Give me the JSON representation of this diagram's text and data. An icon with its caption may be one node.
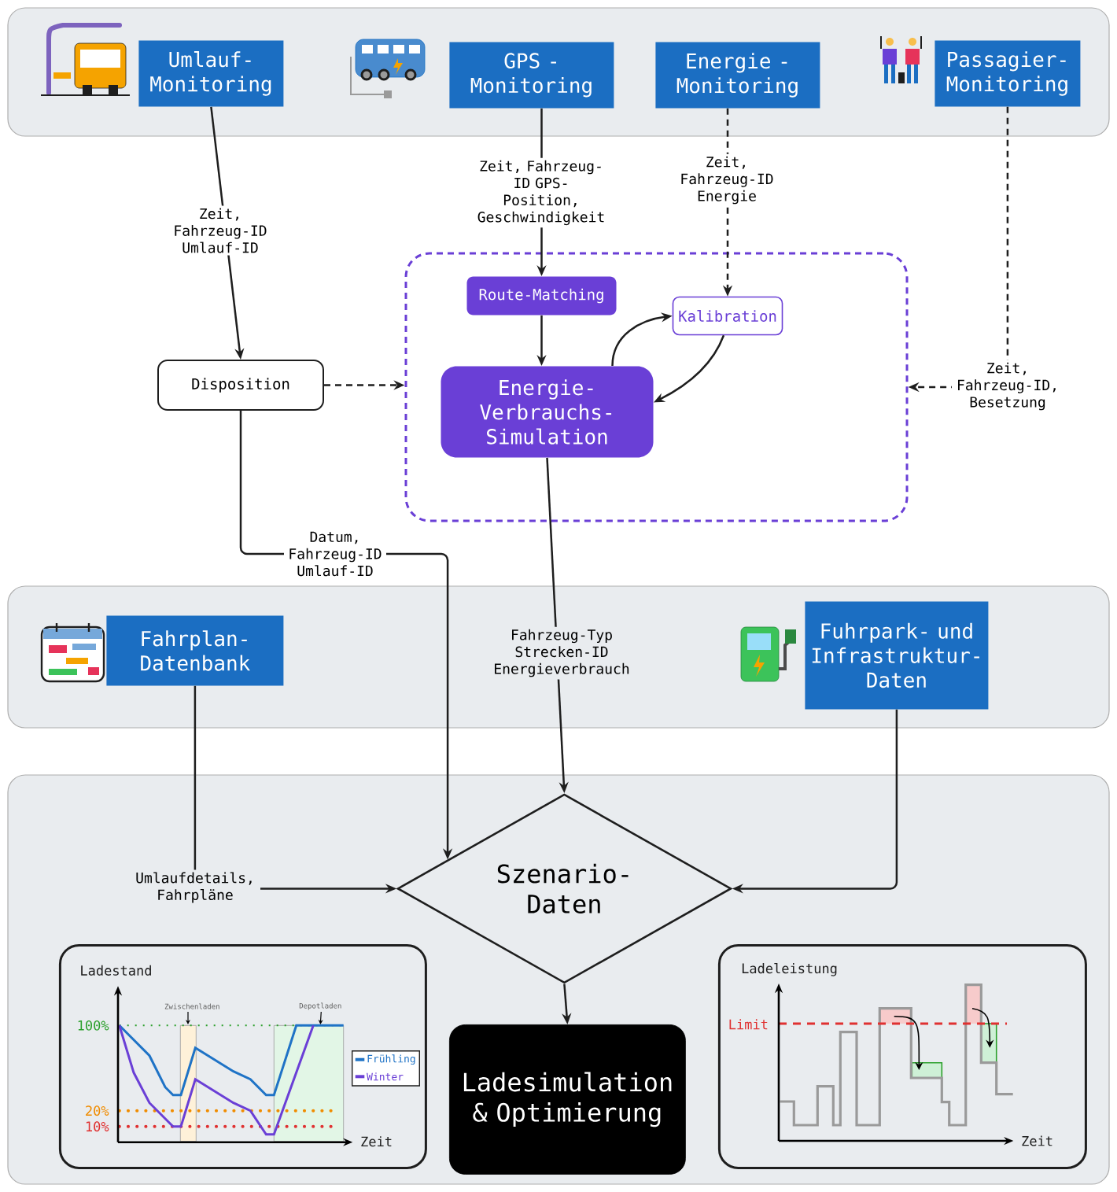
{
  "diagram": {
    "nodes": [
      {
        "text": [],
        "shape": "box"
      },
      {
        "text": [
          "Umlauf-Monitoring"
        ],
        "in": 0
      },
      {
        "text": [
          "GPS - Monitoring"
        ],
        "in": 0
      },
      {
        "text": [
          "Energie - Monitoring"
        ],
        "in": 0
      },
      {
        "text": [
          "Passagier-Monitoring"
        ],
        "in": 0
      },
      {
        "text": [
          "Disposition"
        ]
      },
      {
        "text": [],
        "shape": "box"
      },
      {
        "text": [
          "Route-Matching"
        ],
        "in": 6
      },
      {
        "text": [
          "Kalibration"
        ],
        "in": 6
      },
      {
        "text": [
          "Energie-Verbrauchs-Simulation"
        ],
        "in": 6
      },
      {
        "text": [],
        "shape": "box"
      },
      {
        "text": [
          "Fahrplan-Datenbank"
        ],
        "in": 10
      },
      {
        "text": [
          "Fuhrpark- und Infrastruktur-Daten"
        ],
        "in": 10
      },
      {
        "text": [],
        "shape": "box"
      },
      {
        "text": [
          "Szenario-Daten"
        ],
        "in": 13
      },
      {
        "text": [
          "Ladesimulation & Optimierung"
        ],
        "in": 13
      },
      {
        "text": [],
        "shape": "box",
        "in": 13
      },
      {
        "text": [],
        "shape": "box",
        "in": 13
      }
    ],
    "edges": [
      {
        "from": 1,
        "to": 5,
        "arrow": "to",
        "label": "Zeit, Fahrzeug-ID Umlauf-ID"
      },
      {
        "from": 2,
        "to": 7,
        "arrow": "to",
        "label": "Zeit, Fahrzeug-ID GPS-Position, Geschwindigkeit"
      },
      {
        "from": 3,
        "to": 8,
        "arrow": "to",
        "style": "dashed",
        "label": "Zeit, Fahrzeug-ID Energie"
      },
      {
        "from": 4,
        "to": 6,
        "arrow": "to",
        "style": "dashed",
        "label": "Zeit, Fahrzeug-ID, Besetzung"
      },
      {
        "from": 5,
        "to": 6,
        "arrow": "to",
        "style": "dashed"
      },
      {
        "from": 7,
        "to": 9,
        "arrow": "to"
      },
      {
        "from": 9,
        "to": 8,
        "arrow": "to"
      },
      {
        "from": 8,
        "to": 9,
        "arrow": "to"
      },
      {
        "from": 5,
        "to": 14,
        "arrow": "to",
        "label": "Datum, Fahrzeug-ID Umlauf-ID"
      },
      {
        "from": 9,
        "to": 14,
        "arrow": "to",
        "label": "Fahrzeug-Typ Strecken-ID Energieverbrauch"
      },
      {
        "from": 11,
        "to": 14,
        "arrow": "to",
        "label": "Umlaufdetails, Fahrpläne"
      },
      {
        "from": 12,
        "to": 14,
        "arrow": "to"
      },
      {
        "from": 14,
        "to": 15,
        "arrow": "to"
      }
    ],
    "labels": [
      "Ladestand",
      "Zwischenladen",
      "Depotladen",
      "100%",
      "20%",
      "10%",
      "Zeit",
      "Ladeleistung",
      "Limit",
      "Zeit"
    ],
    "legend": [
      {
        "text": "Frühling"
      },
      {
        "text": "Winter"
      }
    ]
  }
}
